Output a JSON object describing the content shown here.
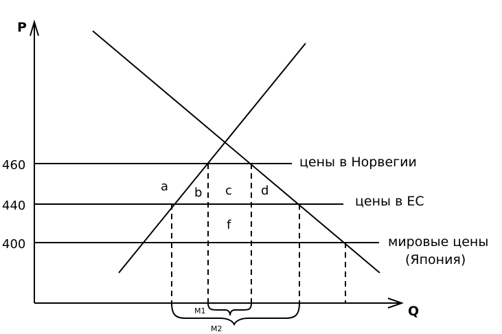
{
  "axes": {
    "y_label": "P",
    "x_label": "Q"
  },
  "price_ticks": [
    "460",
    "440",
    "400"
  ],
  "price_lines": {
    "norway": "цены в Норвегии",
    "eu": "цены в ЕС",
    "world_line1": "мировые цены",
    "world_line2": "(Япония)"
  },
  "areas": [
    "a",
    "b",
    "c",
    "d",
    "f"
  ],
  "brackets": {
    "m1": "M1",
    "m2": "M2"
  },
  "colors": {
    "ink": "#000000",
    "background": "#ffffff"
  }
}
